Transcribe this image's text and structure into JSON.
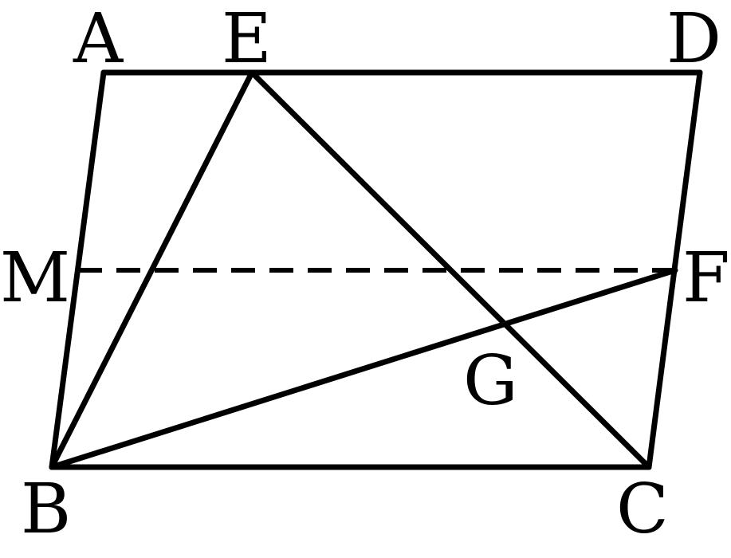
{
  "diagram": {
    "labels": {
      "A": "A",
      "E": "E",
      "D": "D",
      "M": "M",
      "F": "F",
      "G": "G",
      "B": "B",
      "C": "C"
    }
  }
}
